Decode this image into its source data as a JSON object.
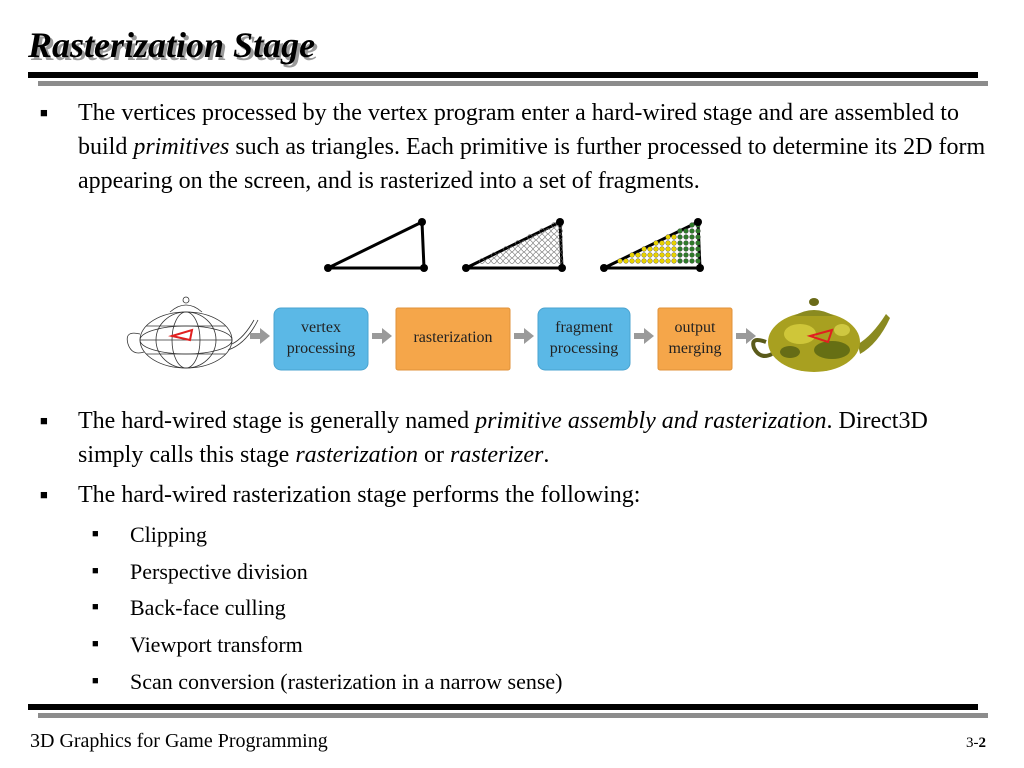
{
  "title": "Rasterization Stage",
  "bullets": [
    {
      "p1": "The vertices processed by the vertex program enter a hard-wired stage and are assembled to build ",
      "em1": "primitives",
      "p2": " such as triangles. Each primitive is further processed to determine its 2D form appearing on the screen, and is rasterized into a set of fragments."
    },
    {
      "p1": "The hard-wired stage is generally named ",
      "em1": "primitive assembly and rasterization",
      "p2": ". Direct3D simply calls this stage ",
      "em2": "rasterization",
      "p3": " or ",
      "em3": "rasterizer",
      "p4": "."
    },
    {
      "p1": "The hard-wired rasterization stage performs the following:"
    }
  ],
  "sub_items": [
    "Clipping",
    "Perspective division",
    "Back-face culling",
    "Viewport transform",
    "Scan conversion (rasterization in a narrow sense)"
  ],
  "pipeline": {
    "stages": [
      {
        "line1": "vertex",
        "line2": "processing",
        "color": "#5bb8e6"
      },
      {
        "line1": "rasterization",
        "line2": "",
        "color": "#f5a64a"
      },
      {
        "line1": "fragment",
        "line2": "processing",
        "color": "#5bb8e6"
      },
      {
        "line1": "output",
        "line2": "merging",
        "color": "#f5a64a"
      }
    ]
  },
  "colors": {
    "stage_blue": "#5bb8e6",
    "stage_orange": "#f5a64a",
    "arrow_grey": "#9a9a9a",
    "fragment_yellow": "#e8d200",
    "fragment_green": "#2f7a2a",
    "triangle_red": "#e02020"
  },
  "footer": {
    "left": "3D Graphics for Game Programming",
    "page_prefix": "3-",
    "page_num": "2"
  }
}
